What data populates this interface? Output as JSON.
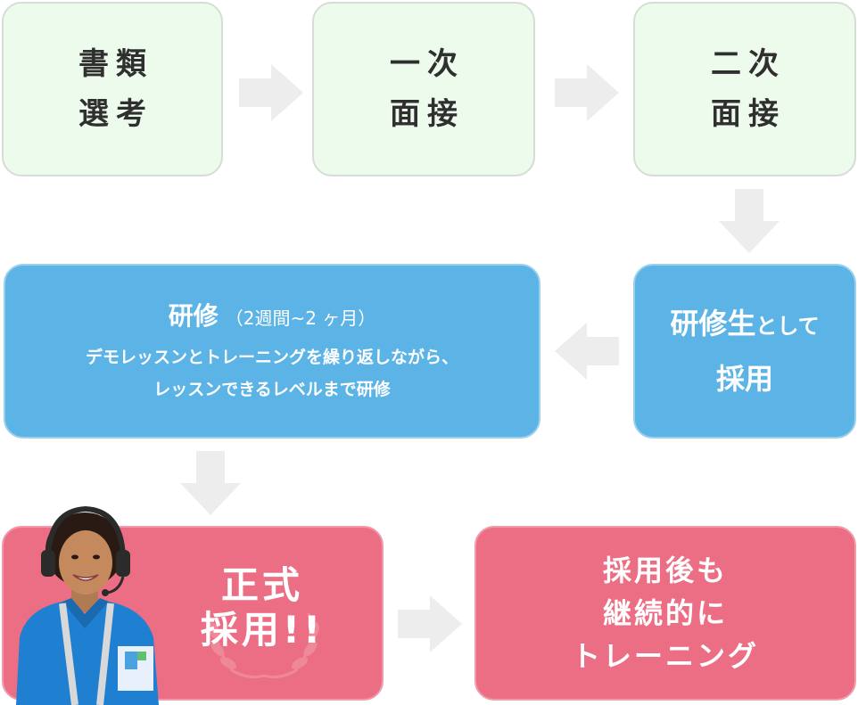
{
  "steps": {
    "document_screening": {
      "lines": [
        "書類",
        "選考"
      ]
    },
    "first_interview": {
      "lines": [
        "一次",
        "面接"
      ]
    },
    "second_interview": {
      "lines": [
        "二次",
        "面接"
      ]
    },
    "trainee_hire": {
      "main": "研修生",
      "small": "として",
      "line2": "採用"
    },
    "training": {
      "title": "研修",
      "subtitle": "（2週間~2 ヶ月）",
      "desc_lines": [
        "デモレッスンとトレーニングを繰り返しながら、",
        "レッスンできるレベルまで研修"
      ]
    },
    "official_hire": {
      "lines": [
        "正式",
        "採用!!"
      ]
    },
    "continued_training": {
      "lines": [
        "採用後も",
        "継続的に",
        "トレーニング"
      ]
    }
  },
  "colors": {
    "green_fill": "#edfbec",
    "blue_fill": "#5bb3e6",
    "pink_fill": "#ec6e84",
    "arrow": "#ededed"
  },
  "image": {
    "description_icon": "person-with-headset"
  }
}
